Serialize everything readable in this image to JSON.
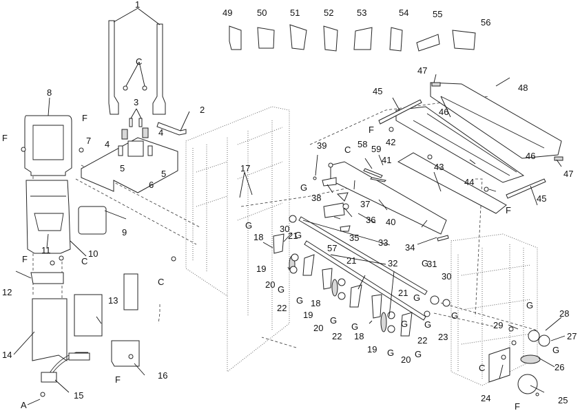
{
  "diagram": {
    "type": "exploded-parts-view",
    "callouts": [
      {
        "id": "1",
        "text": "1"
      },
      {
        "id": "2",
        "text": "2"
      },
      {
        "id": "3",
        "text": "3"
      },
      {
        "id": "4a",
        "text": "4"
      },
      {
        "id": "4b",
        "text": "4"
      },
      {
        "id": "5a",
        "text": "5"
      },
      {
        "id": "5b",
        "text": "5"
      },
      {
        "id": "6",
        "text": "6"
      },
      {
        "id": "7",
        "text": "7"
      },
      {
        "id": "8",
        "text": "8"
      },
      {
        "id": "9",
        "text": "9"
      },
      {
        "id": "10",
        "text": "10"
      },
      {
        "id": "11",
        "text": "11"
      },
      {
        "id": "12",
        "text": "12"
      },
      {
        "id": "13",
        "text": "13"
      },
      {
        "id": "14",
        "text": "14"
      },
      {
        "id": "15",
        "text": "15"
      },
      {
        "id": "16",
        "text": "16"
      },
      {
        "id": "17",
        "text": "17"
      },
      {
        "id": "18a",
        "text": "18"
      },
      {
        "id": "18b",
        "text": "18"
      },
      {
        "id": "18c",
        "text": "18"
      },
      {
        "id": "19a",
        "text": "19"
      },
      {
        "id": "19b",
        "text": "19"
      },
      {
        "id": "19c",
        "text": "19"
      },
      {
        "id": "20a",
        "text": "20"
      },
      {
        "id": "20b",
        "text": "20"
      },
      {
        "id": "20c",
        "text": "20"
      },
      {
        "id": "21a",
        "text": "21"
      },
      {
        "id": "21b",
        "text": "21"
      },
      {
        "id": "21c",
        "text": "21"
      },
      {
        "id": "22a",
        "text": "22"
      },
      {
        "id": "22b",
        "text": "22"
      },
      {
        "id": "22c",
        "text": "22"
      },
      {
        "id": "23",
        "text": "23"
      },
      {
        "id": "24",
        "text": "24"
      },
      {
        "id": "25",
        "text": "25"
      },
      {
        "id": "26",
        "text": "26"
      },
      {
        "id": "27",
        "text": "27"
      },
      {
        "id": "28",
        "text": "28"
      },
      {
        "id": "29",
        "text": "29"
      },
      {
        "id": "30a",
        "text": "30"
      },
      {
        "id": "30b",
        "text": "30"
      },
      {
        "id": "31",
        "text": "31"
      },
      {
        "id": "32",
        "text": "32"
      },
      {
        "id": "33",
        "text": "33"
      },
      {
        "id": "34",
        "text": "34"
      },
      {
        "id": "35",
        "text": "35"
      },
      {
        "id": "36",
        "text": "36"
      },
      {
        "id": "37",
        "text": "37"
      },
      {
        "id": "38",
        "text": "38"
      },
      {
        "id": "39",
        "text": "39"
      },
      {
        "id": "40",
        "text": "40"
      },
      {
        "id": "41",
        "text": "41"
      },
      {
        "id": "42",
        "text": "42"
      },
      {
        "id": "43",
        "text": "43"
      },
      {
        "id": "44",
        "text": "44"
      },
      {
        "id": "45a",
        "text": "45"
      },
      {
        "id": "45b",
        "text": "45"
      },
      {
        "id": "46a",
        "text": "46"
      },
      {
        "id": "46b",
        "text": "46"
      },
      {
        "id": "47a",
        "text": "47"
      },
      {
        "id": "47b",
        "text": "47"
      },
      {
        "id": "48",
        "text": "48"
      },
      {
        "id": "49",
        "text": "49"
      },
      {
        "id": "50",
        "text": "50"
      },
      {
        "id": "51",
        "text": "51"
      },
      {
        "id": "52",
        "text": "52"
      },
      {
        "id": "53",
        "text": "53"
      },
      {
        "id": "54",
        "text": "54"
      },
      {
        "id": "55",
        "text": "55"
      },
      {
        "id": "56",
        "text": "56"
      },
      {
        "id": "57",
        "text": "57"
      },
      {
        "id": "58",
        "text": "58"
      },
      {
        "id": "59",
        "text": "59"
      }
    ],
    "fastener_callouts": [
      {
        "id": "A",
        "text": "A"
      },
      {
        "id": "C1",
        "text": "C"
      },
      {
        "id": "C2",
        "text": "C"
      },
      {
        "id": "C3",
        "text": "C"
      },
      {
        "id": "C4",
        "text": "C"
      },
      {
        "id": "C5",
        "text": "C"
      },
      {
        "id": "F1",
        "text": "F"
      },
      {
        "id": "F2",
        "text": "F"
      },
      {
        "id": "F3",
        "text": "F"
      },
      {
        "id": "F4",
        "text": "F"
      },
      {
        "id": "F5",
        "text": "F"
      },
      {
        "id": "F6",
        "text": "F"
      },
      {
        "id": "F7",
        "text": "F"
      },
      {
        "id": "G1",
        "text": "G"
      },
      {
        "id": "G2",
        "text": "G"
      },
      {
        "id": "G3",
        "text": "G"
      },
      {
        "id": "G4",
        "text": "G"
      },
      {
        "id": "G5",
        "text": "G"
      },
      {
        "id": "G6",
        "text": "G"
      },
      {
        "id": "G7",
        "text": "G"
      },
      {
        "id": "G8",
        "text": "G"
      },
      {
        "id": "G9",
        "text": "G"
      },
      {
        "id": "G10",
        "text": "G"
      },
      {
        "id": "G11",
        "text": "G"
      },
      {
        "id": "G12",
        "text": "G"
      },
      {
        "id": "G13",
        "text": "G"
      },
      {
        "id": "G14",
        "text": "G"
      },
      {
        "id": "G15",
        "text": "G"
      },
      {
        "id": "G16",
        "text": "G"
      }
    ]
  }
}
